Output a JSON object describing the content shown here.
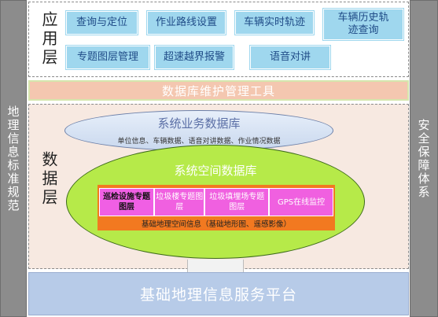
{
  "left_pillar": {
    "label": "地理信息标准规范"
  },
  "right_pillar": {
    "label": "安全保障体系"
  },
  "app_layer": {
    "title": "应用层",
    "buttons": [
      "查询与定位",
      "作业路线设置",
      "车辆实时轨迹",
      "车辆历史轨迹查询",
      "专题图层管理",
      "超速越界报警",
      "语音对讲"
    ]
  },
  "db_tool": {
    "label": "数据库维护管理工具"
  },
  "data_layer": {
    "title": "数据层",
    "business_db": {
      "title": "系统业务数据库",
      "subtitle": "单位信息、车辆数据、语音对讲数据、作业情况数据"
    },
    "spatial_db": {
      "title": "系统空间数据库",
      "thematic_layers": [
        "巡检设施专题图层",
        "垃圾楼专题图层",
        "垃圾填埋场专题图层",
        "GPS在线监控"
      ],
      "basic_info": "基础地理空间信息（基础地形图、遥感影像）"
    }
  },
  "platform": {
    "label": "基础地理信息服务平台"
  },
  "colors": {
    "button_bg": "#9fd7ee",
    "button_text": "#1f4b87",
    "ellipse_green": "#b6ea49",
    "orange": "#f27920",
    "pink": "#f060e0",
    "pillar": "#8c8c8c",
    "platform": "#b7cbe8"
  }
}
